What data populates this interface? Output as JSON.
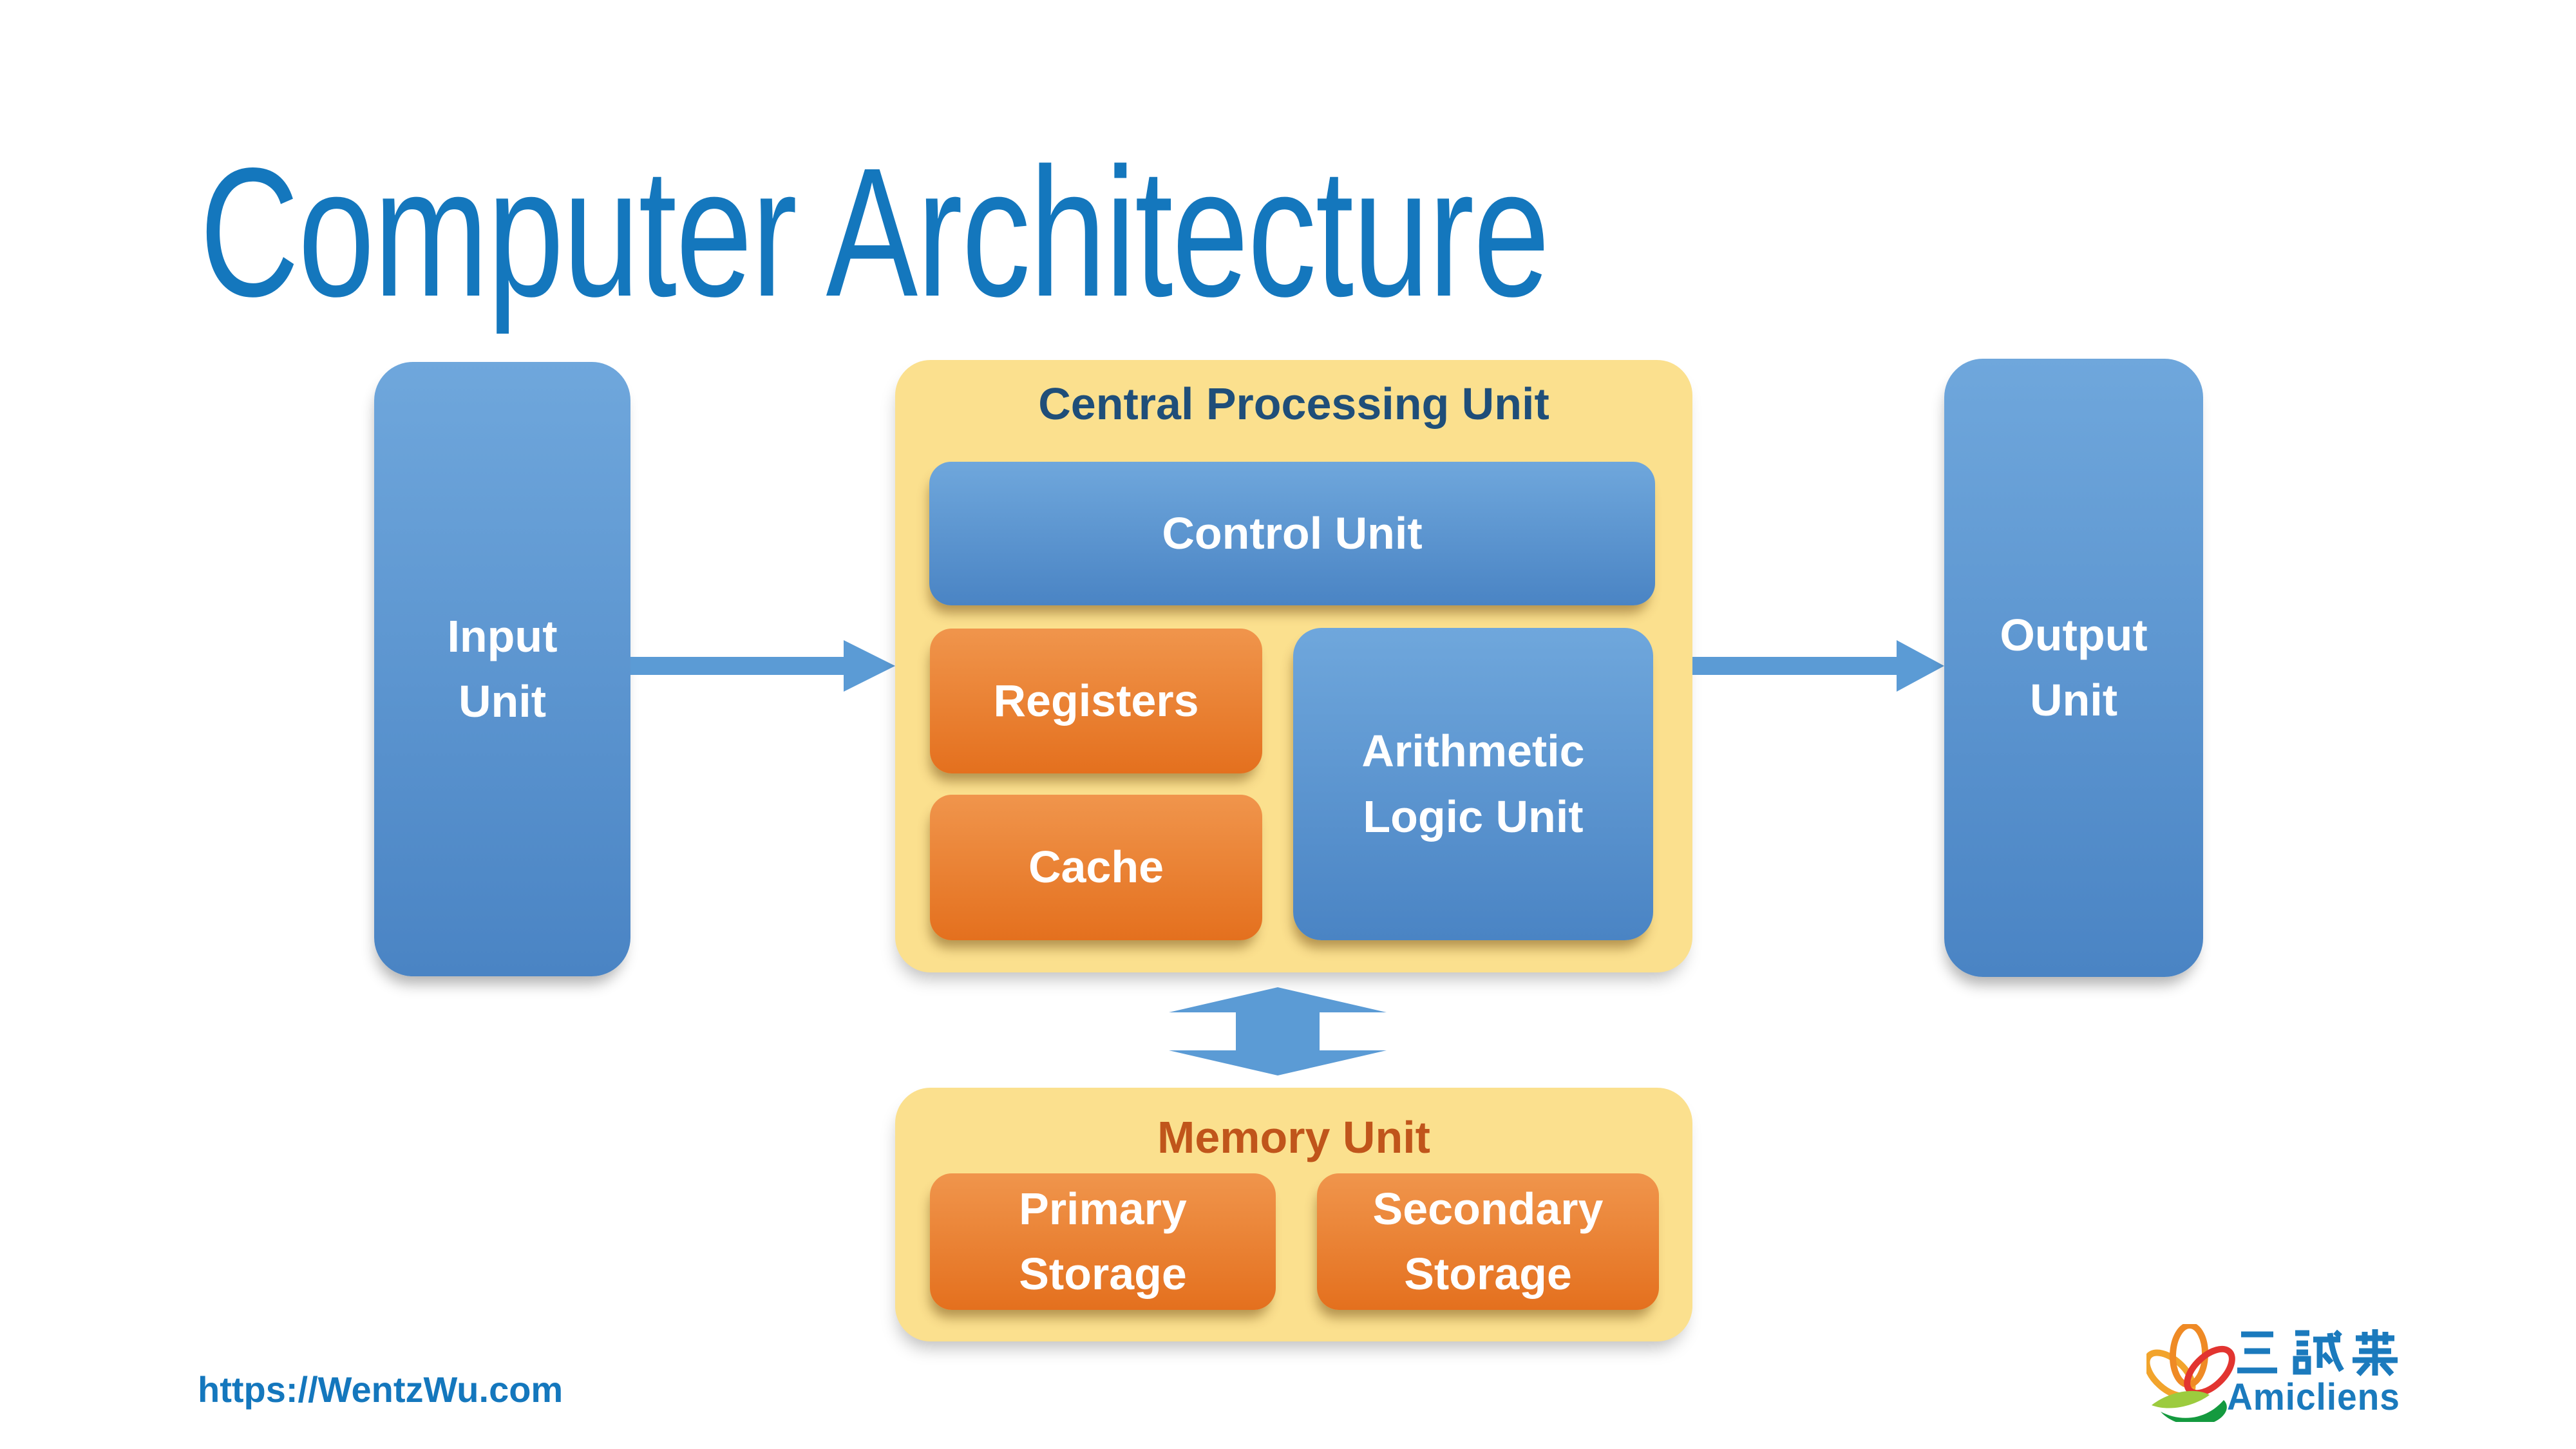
{
  "slide": {
    "title": "Computer Architecture",
    "footer_url": "https://WentzWu.com"
  },
  "diagram": {
    "input_unit": {
      "line1": "Input",
      "line2": "Unit"
    },
    "output_unit": {
      "line1": "Output",
      "line2": "Unit"
    },
    "cpu": {
      "title": "Central Processing Unit",
      "control_unit": "Control Unit",
      "registers": "Registers",
      "cache": "Cache",
      "alu_line1": "Arithmetic",
      "alu_line2": "Logic Unit"
    },
    "memory": {
      "title": "Memory Unit",
      "primary_line1": "Primary",
      "primary_line2": "Storage",
      "secondary_line1": "Secondary",
      "secondary_line2": "Storage"
    },
    "connections": [
      "input-unit to cpu arrow",
      "cpu to output-unit arrow",
      "cpu to memory-unit double arrow"
    ]
  },
  "logo": {
    "cjk_text": "三 誠 業",
    "brand": "Amicliens"
  },
  "colors": {
    "title_blue": "#1477BD",
    "accent_arrow_blue": "#5B9BD5",
    "box_blue_light": "#6FA7DC",
    "box_blue_dark": "#4A84C4",
    "box_orange_light": "#F0954C",
    "box_orange_dark": "#E4701E",
    "container_yellow": "#FBE08E",
    "cpu_title_navy": "#1F4E79",
    "memory_title_brown": "#C0551B",
    "label_white": "#FFFFFF",
    "logo_blue": "#1B7ABD",
    "logo_petal_yellow": "#F2A42C",
    "logo_petal_orange": "#EF8A25",
    "logo_petal_red": "#E23430",
    "logo_leaf_light": "#9CCB3E",
    "logo_leaf_dark": "#149A3F"
  }
}
